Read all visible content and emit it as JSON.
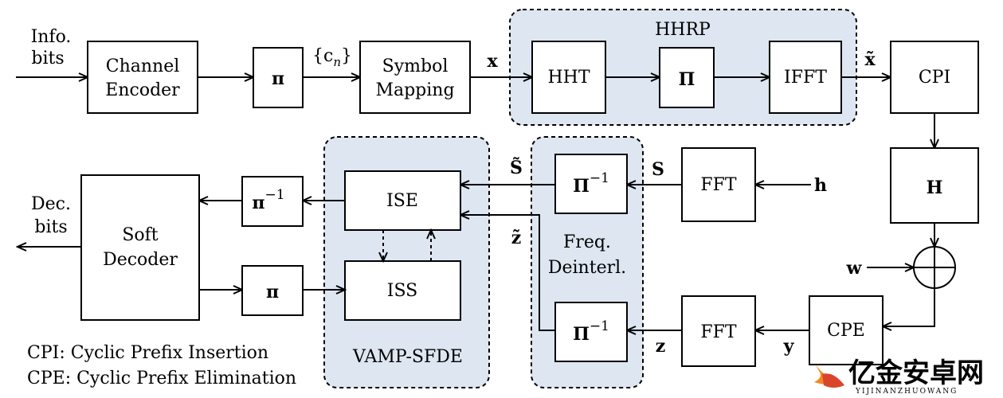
{
  "groups": {
    "hhrp": "HHRP",
    "vamp": "VAMP-SFDE",
    "freq_line1": "Freq.",
    "freq_line2": "Deinterl."
  },
  "blocks": {
    "channel_encoder_1": "Channel",
    "channel_encoder_2": "Encoder",
    "interleaver": "π",
    "symbol_mapping_1": "Symbol",
    "symbol_mapping_2": "Mapping",
    "hht": "HHT",
    "perm": "Π",
    "ifft": "IFFT",
    "cpi": "CPI",
    "channel_h": "H",
    "cpe": "CPE",
    "fft_top": "FFT",
    "fft_bottom": "FFT",
    "inv_perm_top": "Π",
    "inv_perm_bottom": "Π",
    "ise": "ISE",
    "iss": "ISS",
    "deinterleaver": "π",
    "interleaver2": "π",
    "soft_decoder_1": "Soft",
    "soft_decoder_2": "Decoder",
    "inverse_exp": "−1"
  },
  "signals": {
    "info_1": "Info.",
    "info_2": "bits",
    "cn": "{c",
    "cn_sub": "n",
    "cn_close": "}",
    "x": "x",
    "x_tilde": "x̃",
    "h": "h",
    "w": "w",
    "y": "y",
    "z": "z",
    "S": "S",
    "S_tilde": "S̃",
    "z_tilde": "z̃",
    "dec_1": "Dec.",
    "dec_2": "bits"
  },
  "legend": {
    "cpi": "CPI: Cyclic Prefix Insertion",
    "cpe": "CPE: Cyclic Prefix Elimination"
  },
  "watermark": {
    "cn": "亿金安卓网",
    "en": "YIJINANZHUOWANG"
  }
}
